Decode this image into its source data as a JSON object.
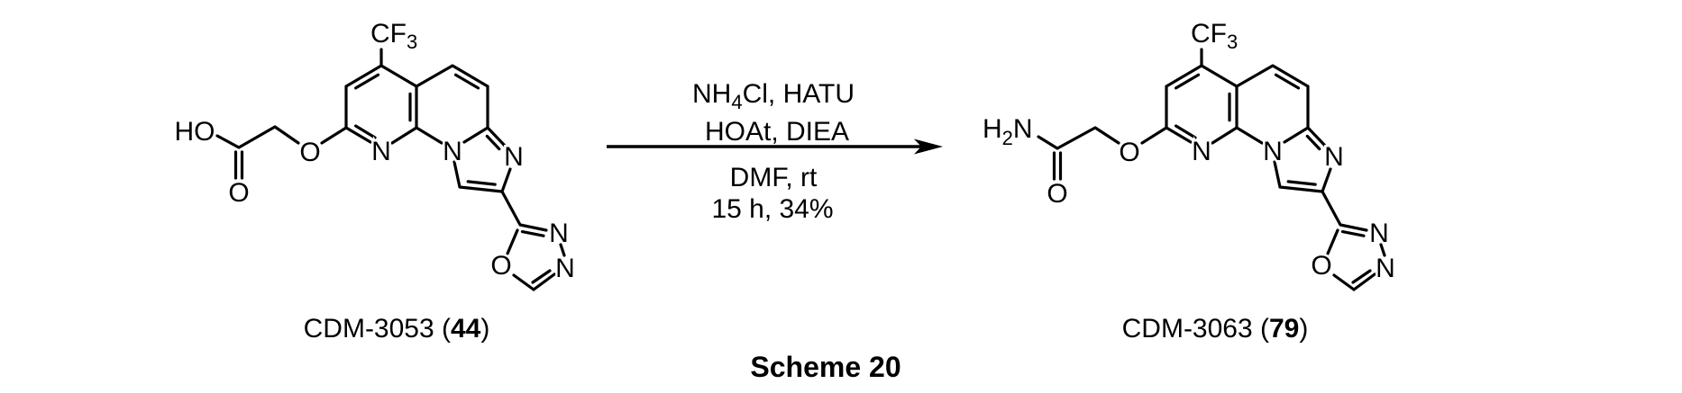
{
  "scheme_title": "Scheme 20",
  "reactant": {
    "label_prefix": "CDM-3053 (",
    "label_number": "44",
    "label_suffix": ")",
    "atoms": {
      "ho": "HO",
      "carbonyl_o": "O",
      "ether_o": "O",
      "pyridine_n": "N",
      "bridgehead_n": "N",
      "imidazole_n": "N",
      "oxadiazole_n1": "N",
      "oxadiazole_n2": "N",
      "oxadiazole_o": "O",
      "cf3_main": "CF",
      "cf3_sub": "3"
    }
  },
  "conditions": {
    "above1_p1": "NH",
    "above1_sub": "4",
    "above1_p2": "Cl, HATU",
    "above2": "HOAt, DIEA",
    "below1": "DMF, rt",
    "below2": "15 h, 34%"
  },
  "product": {
    "label_prefix": "CDM-3063 (",
    "label_number": "79",
    "label_suffix": ")",
    "atoms": {
      "h2n_h": "H",
      "h2n_sub": "2",
      "h2n_n": "N",
      "carbonyl_o": "O",
      "ether_o": "O",
      "pyridine_n": "N",
      "bridgehead_n": "N",
      "imidazole_n": "N",
      "oxadiazole_n1": "N",
      "oxadiazole_n2": "N",
      "oxadiazole_o": "O",
      "cf3_main": "CF",
      "cf3_sub": "3"
    }
  }
}
